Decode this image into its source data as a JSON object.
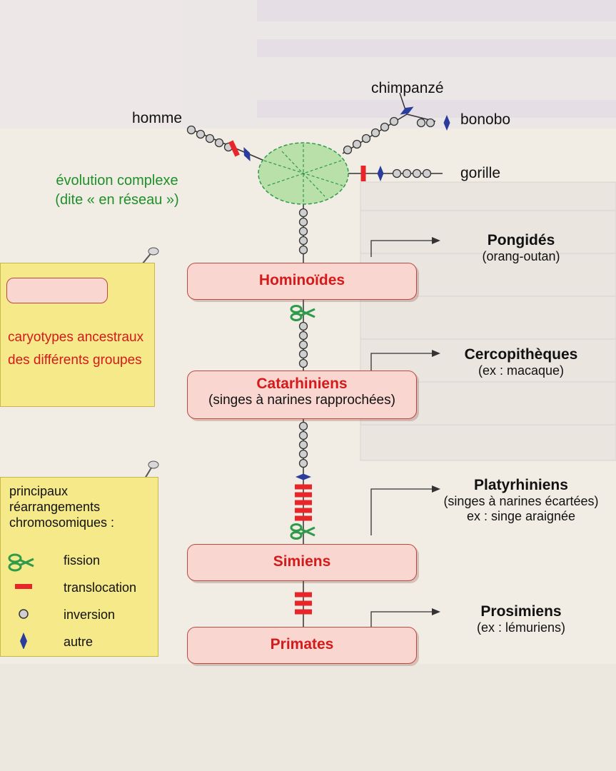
{
  "species": {
    "homme": "homme",
    "chimpanze": "chimpanzé",
    "bonobo": "bonobo",
    "gorille": "gorille"
  },
  "network_label": {
    "line1": "évolution complexe",
    "line2": "(dite « en réseau »)"
  },
  "nodes": [
    {
      "name": "Hominoïdes",
      "sub": ""
    },
    {
      "name": "Catarhiniens",
      "sub": "(singes à narines rapprochées)"
    },
    {
      "name": "Simiens",
      "sub": ""
    },
    {
      "name": "Primates",
      "sub": ""
    }
  ],
  "groups": [
    {
      "name": "Pongidés",
      "desc1": "(orang-outan)",
      "desc2": ""
    },
    {
      "name": "Cercopithèques",
      "desc1": "(ex : macaque)",
      "desc2": ""
    },
    {
      "name": "Platyrhiniens",
      "desc1": "(singes à narines écartées)",
      "desc2": "ex : singe araignée"
    },
    {
      "name": "Prosimiens",
      "desc1": "(ex : lémuriens)",
      "desc2": ""
    }
  ],
  "legend_ancestral": {
    "text": "caryotypes ancestraux des différents groupes",
    "color": "#d41a1a"
  },
  "legend_rearrangements": {
    "title": "principaux réarrangements chromosomiques :",
    "items": [
      {
        "icon": "scissors-icon",
        "label": "fission"
      },
      {
        "icon": "red-bar-icon",
        "label": "translocation"
      },
      {
        "icon": "circle-icon",
        "label": "inversion"
      },
      {
        "icon": "diamond-icon",
        "label": "autre"
      }
    ]
  },
  "colors": {
    "box_fill": "#f9d6d0",
    "box_border": "#b94a40",
    "node_text": "#d41a1a",
    "network_fill": "#b8e0a8",
    "network_label": "#1f8f2a",
    "translocation": "#e8262a",
    "fission": "#2e9a4a",
    "other": "#2a3c9c",
    "inversion": "#9a9a9a",
    "note": "#f5e98a"
  }
}
